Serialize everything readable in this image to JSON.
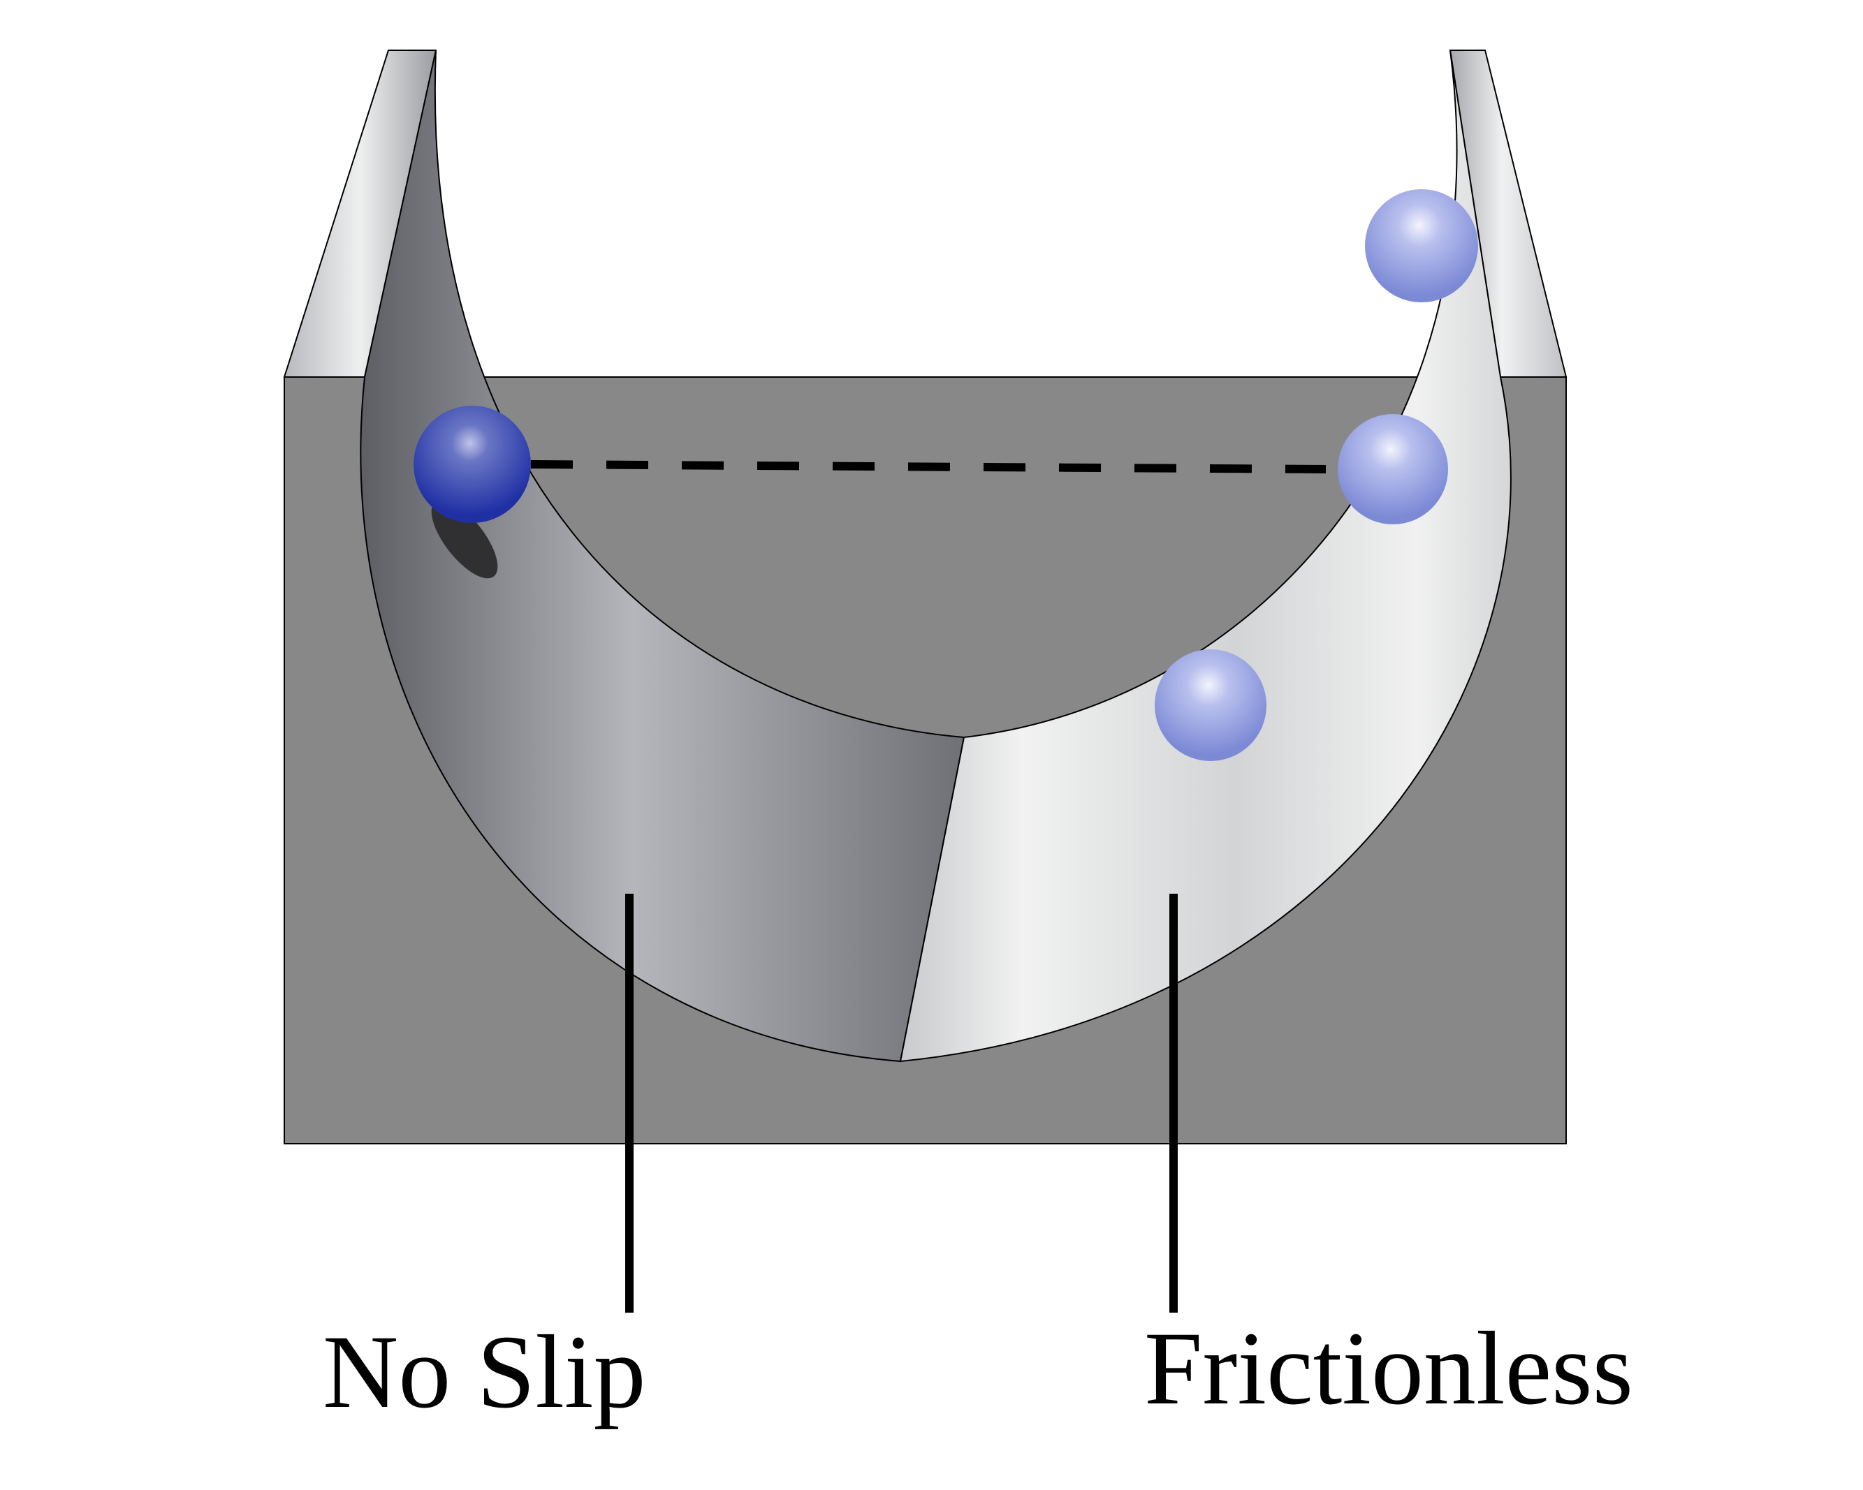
{
  "labels": {
    "no_slip": "No Slip",
    "frictionless": "Frictionless"
  },
  "colors": {
    "block": "#888888",
    "dark_ball": "#2a3aaa",
    "light_ball": "#8d9ae0",
    "outline": "#000000",
    "dash": "#000000"
  },
  "elements": {
    "track": "half-pipe track with two surfaces",
    "balls": [
      "no-slip ball (dark)",
      "frictionless ball at top",
      "frictionless ball at equal height",
      "frictionless ball lower"
    ]
  }
}
